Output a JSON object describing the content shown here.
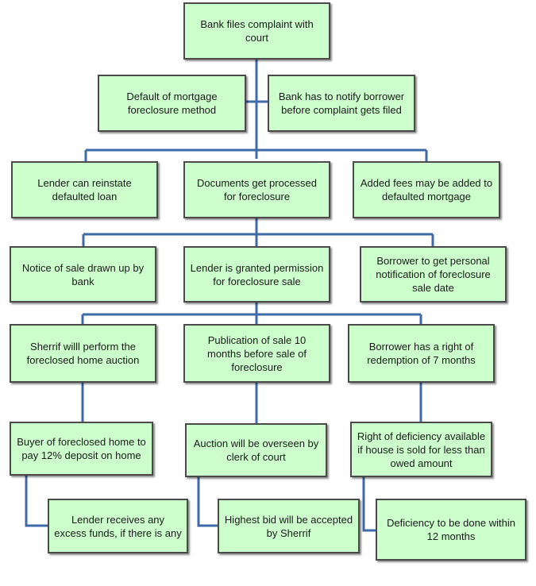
{
  "diagram": {
    "colors": {
      "node_fill": "#ccffcc",
      "node_border": "#4a4a4a",
      "connector": "#3e6aa8"
    },
    "nodes": {
      "root": "Bank files complaint with court",
      "default_method": "Default of mortgage foreclosure method",
      "notify_borrower": "Bank has to notify borrower before complaint gets filed",
      "reinstate": "Lender can reinstate defaulted loan",
      "documents": "Documents get processed for foreclosure",
      "added_fees": "Added fees may be added to defaulted mortgage",
      "notice_of_sale": "Notice of sale drawn up by bank",
      "permission": "Lender is granted permission for foreclosure sale",
      "personal_notification": "Borrower to get personal notification of foreclosure sale date",
      "sherrif_auction": "Sherrif willl perform the foreclosed home auction",
      "publication": "Publication of sale 10 months before sale of foreclosure",
      "redemption": "Borrower has a right of redemption of 7 months",
      "buyer_deposit": "Buyer of foreclosed home to pay 12% deposit on home",
      "overseen": "Auction will be overseen by clerk of court",
      "deficiency_right": "Right of deficiency available if house is sold for less than owed amount",
      "excess_funds": "Lender receives any excess funds, if there is any",
      "highest_bid": "Highest bid will be accepted by Sherrif",
      "deficiency_time": "Deficiency to be done within 12 months"
    }
  }
}
